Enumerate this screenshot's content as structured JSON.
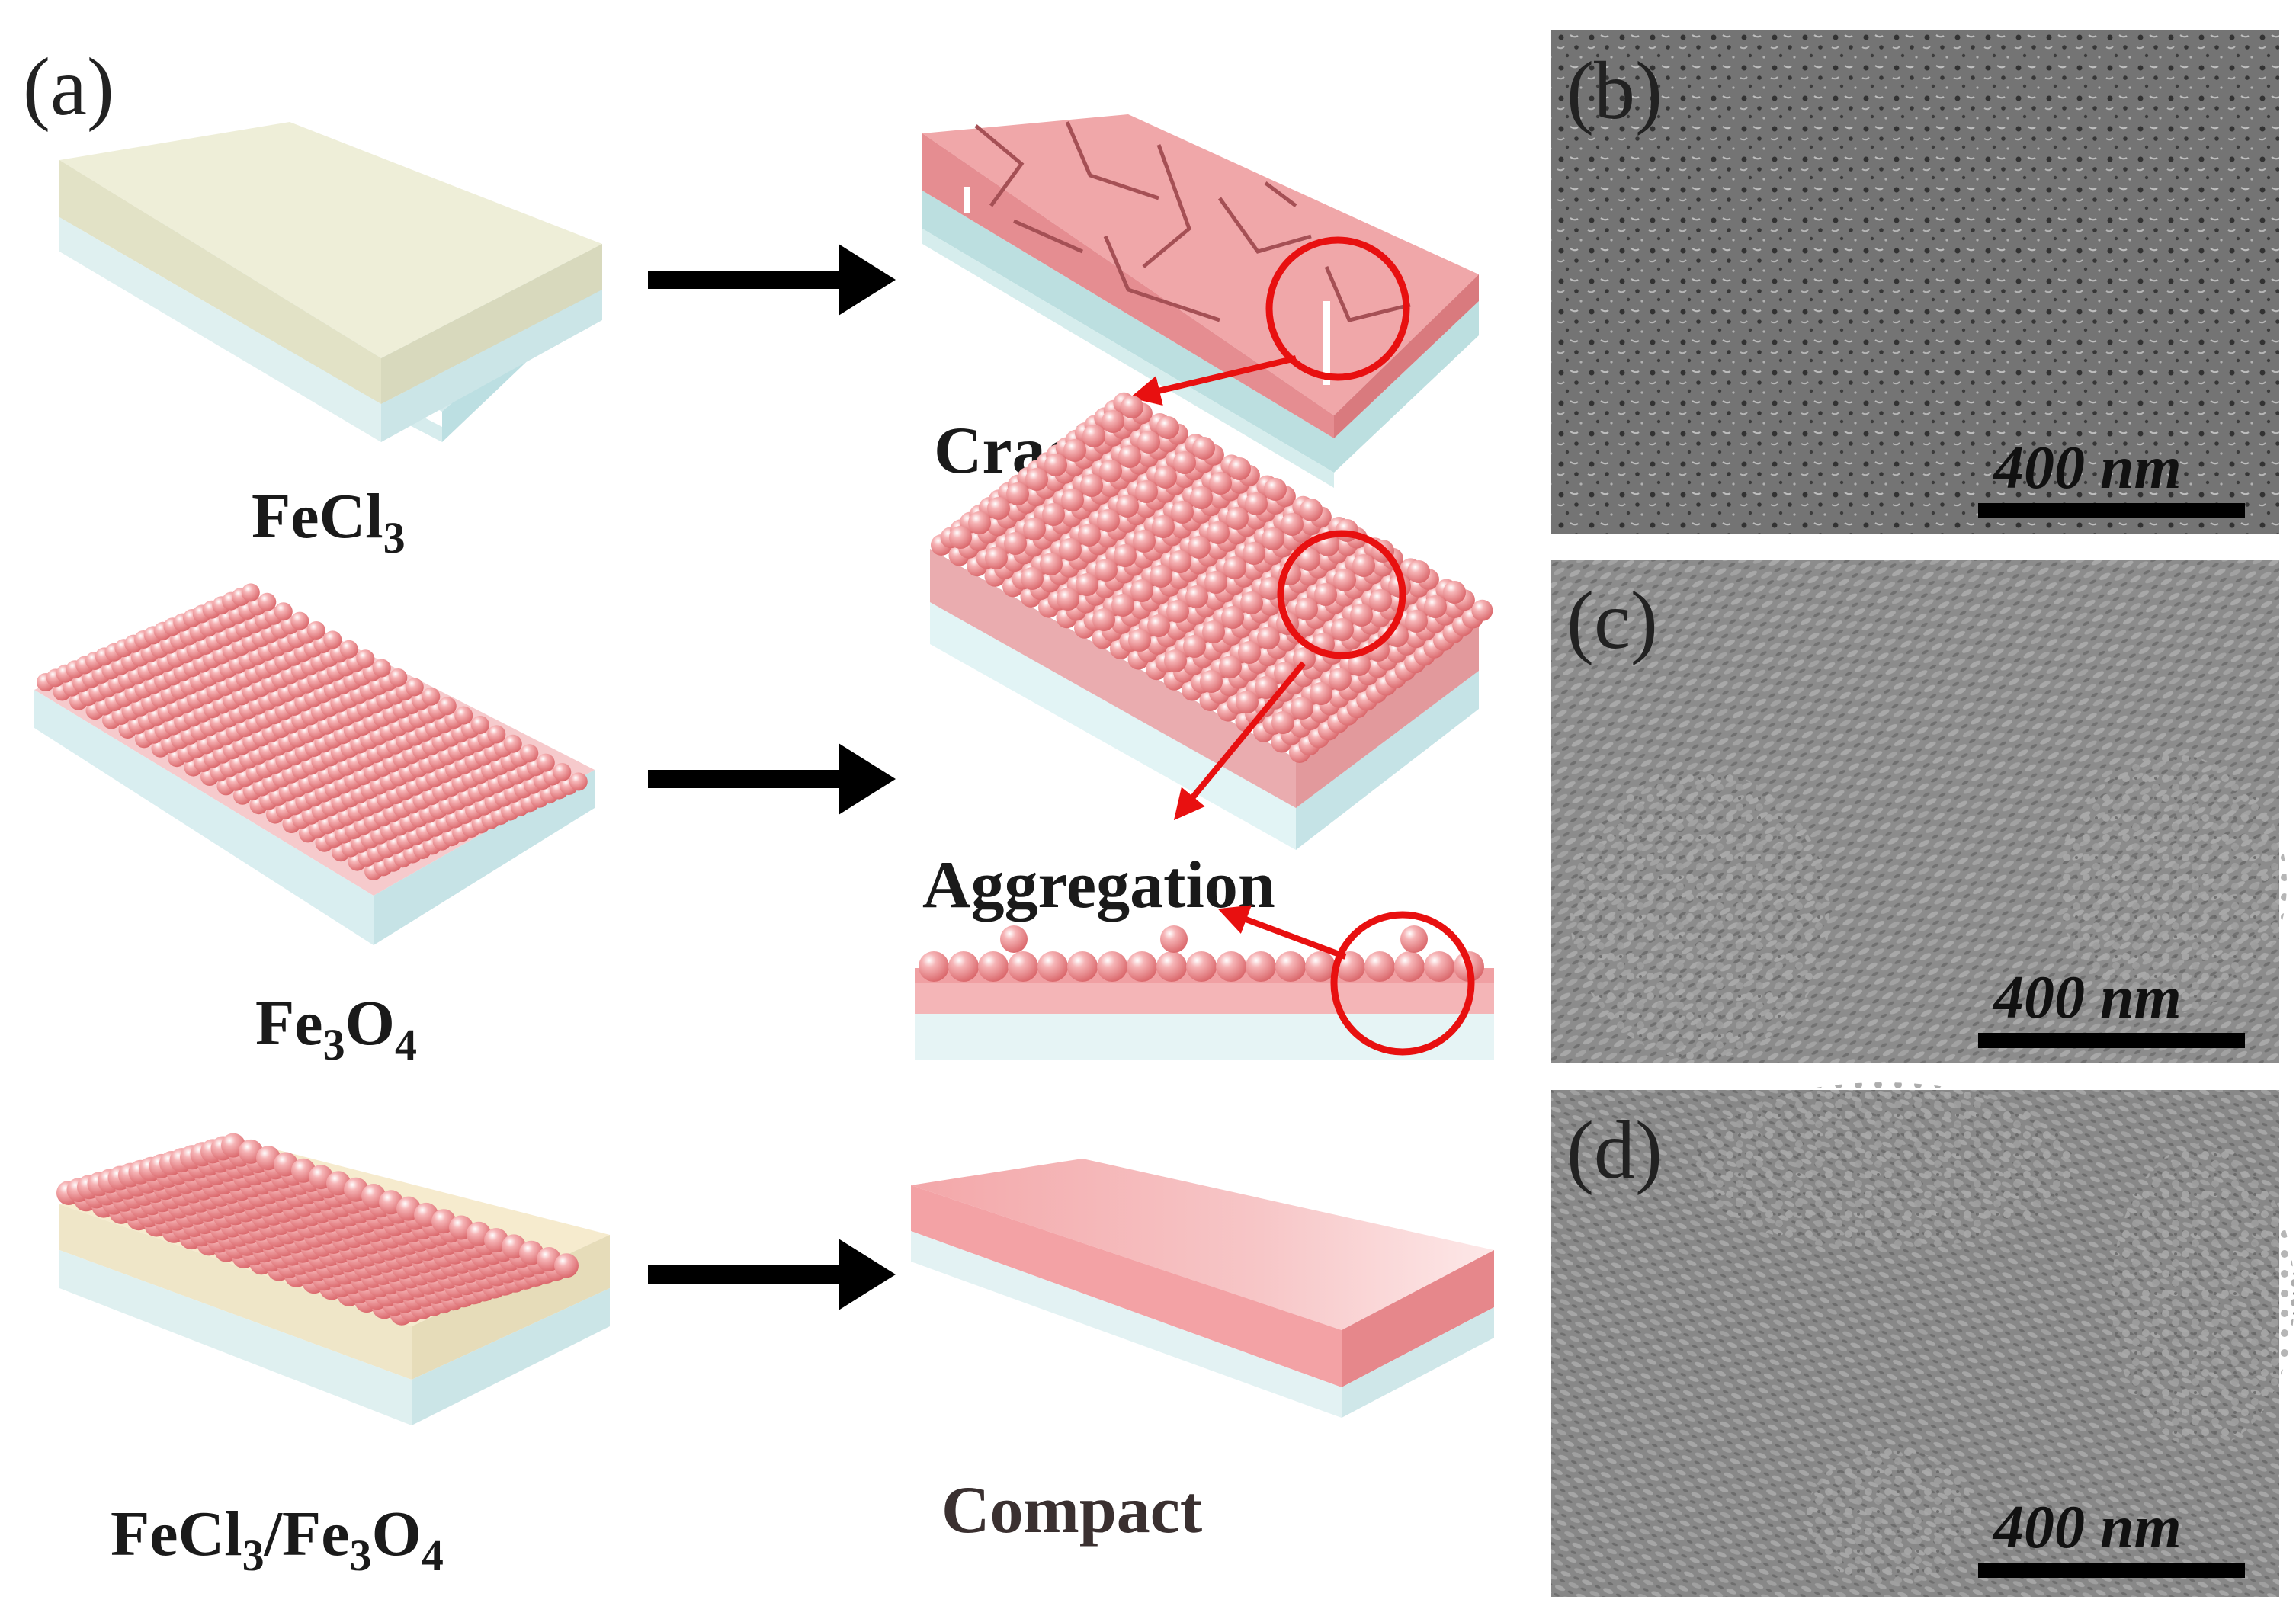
{
  "panels": {
    "a": "(a)",
    "b": "(b)",
    "c": "(c)",
    "d": "(d)"
  },
  "rows": [
    {
      "precursor": {
        "main": "FeCl",
        "sub": "3"
      },
      "result_label": "Cracks"
    },
    {
      "precursor": {
        "main1": "Fe",
        "sub1": "3",
        "main2": "O",
        "sub2": "4"
      },
      "result_label": "Aggregation"
    },
    {
      "precursor": {
        "p1": "FeCl",
        "s1": "3",
        "p2": "/Fe",
        "s2": "3",
        "p3": "O",
        "s3": "4"
      },
      "result_label": "Compact"
    }
  ],
  "sem_images": [
    {
      "panel": "b",
      "scale_bar": "400 nm"
    },
    {
      "panel": "c",
      "scale_bar": "400 nm"
    },
    {
      "panel": "d",
      "scale_bar": "400 nm"
    }
  ],
  "colors": {
    "fecl3_film": "#eeeed8",
    "substrate": "#d8eef0",
    "fe3o4_film": "#f2a8aa",
    "sphere": "#ec8c8f",
    "highlight": "#e81010",
    "arrow": "#000000",
    "sem_gray": "#8a8a8a"
  }
}
